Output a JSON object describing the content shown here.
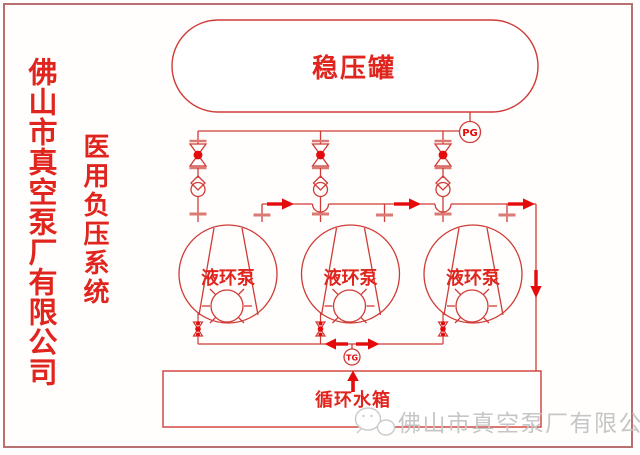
{
  "frame": {
    "border_color": "#b97070",
    "background": "#fffefd"
  },
  "sidebar": {
    "company_vertical": "佛山市真空泵厂有限公司",
    "system_vertical": "医用负压系统",
    "text_color": "#e0251e"
  },
  "diagram": {
    "line_color": "#cf3b36",
    "accent_color": "#e30b0b",
    "surge_tank_label": "稳压罐",
    "pump_labels": [
      "液环泵",
      "液环泵",
      "液环泵"
    ],
    "water_tank_label": "循环水箱",
    "pressure_gauge": "PG",
    "temperature_gauge": "TG"
  },
  "watermark": {
    "text": "佛山市真空泵厂有限公司",
    "color": "#c6c6c6"
  }
}
